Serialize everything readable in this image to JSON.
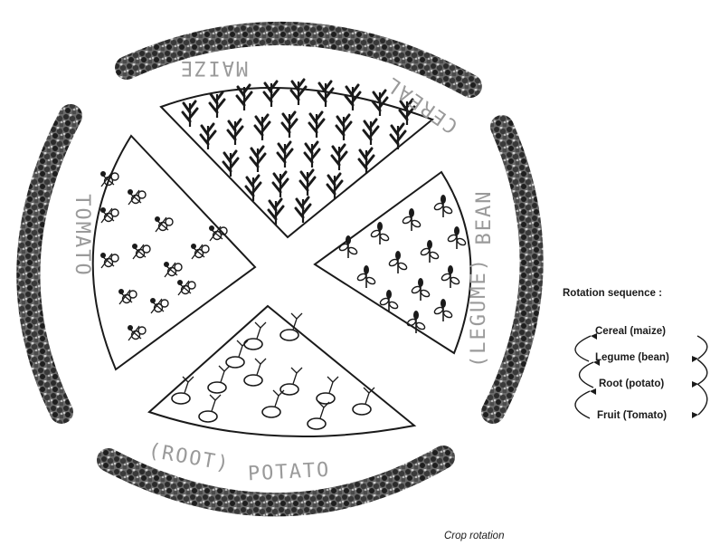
{
  "diagram": {
    "plots": [
      {
        "id": "maize",
        "label": "MAIZE",
        "label2": "CEREAL",
        "plant_icon": "maize-plant-icon"
      },
      {
        "id": "bean",
        "label": "BEAN",
        "label2": "(LEGUME)",
        "plant_icon": "bean-plant-icon"
      },
      {
        "id": "potato",
        "label": "POTATO",
        "label2": "(ROOT)",
        "plant_icon": "potato-plant-icon"
      },
      {
        "id": "tomato",
        "label": "TOMATO",
        "label2": "",
        "plant_icon": "tomato-plant-icon"
      }
    ],
    "border": "hedge-border"
  },
  "rotation": {
    "title": "Rotation sequence :",
    "items": [
      "Cereal (maize)",
      "Legume (bean)",
      "Root (potato)",
      "Fruit (Tomato)"
    ]
  },
  "caption": "Crop rotation"
}
